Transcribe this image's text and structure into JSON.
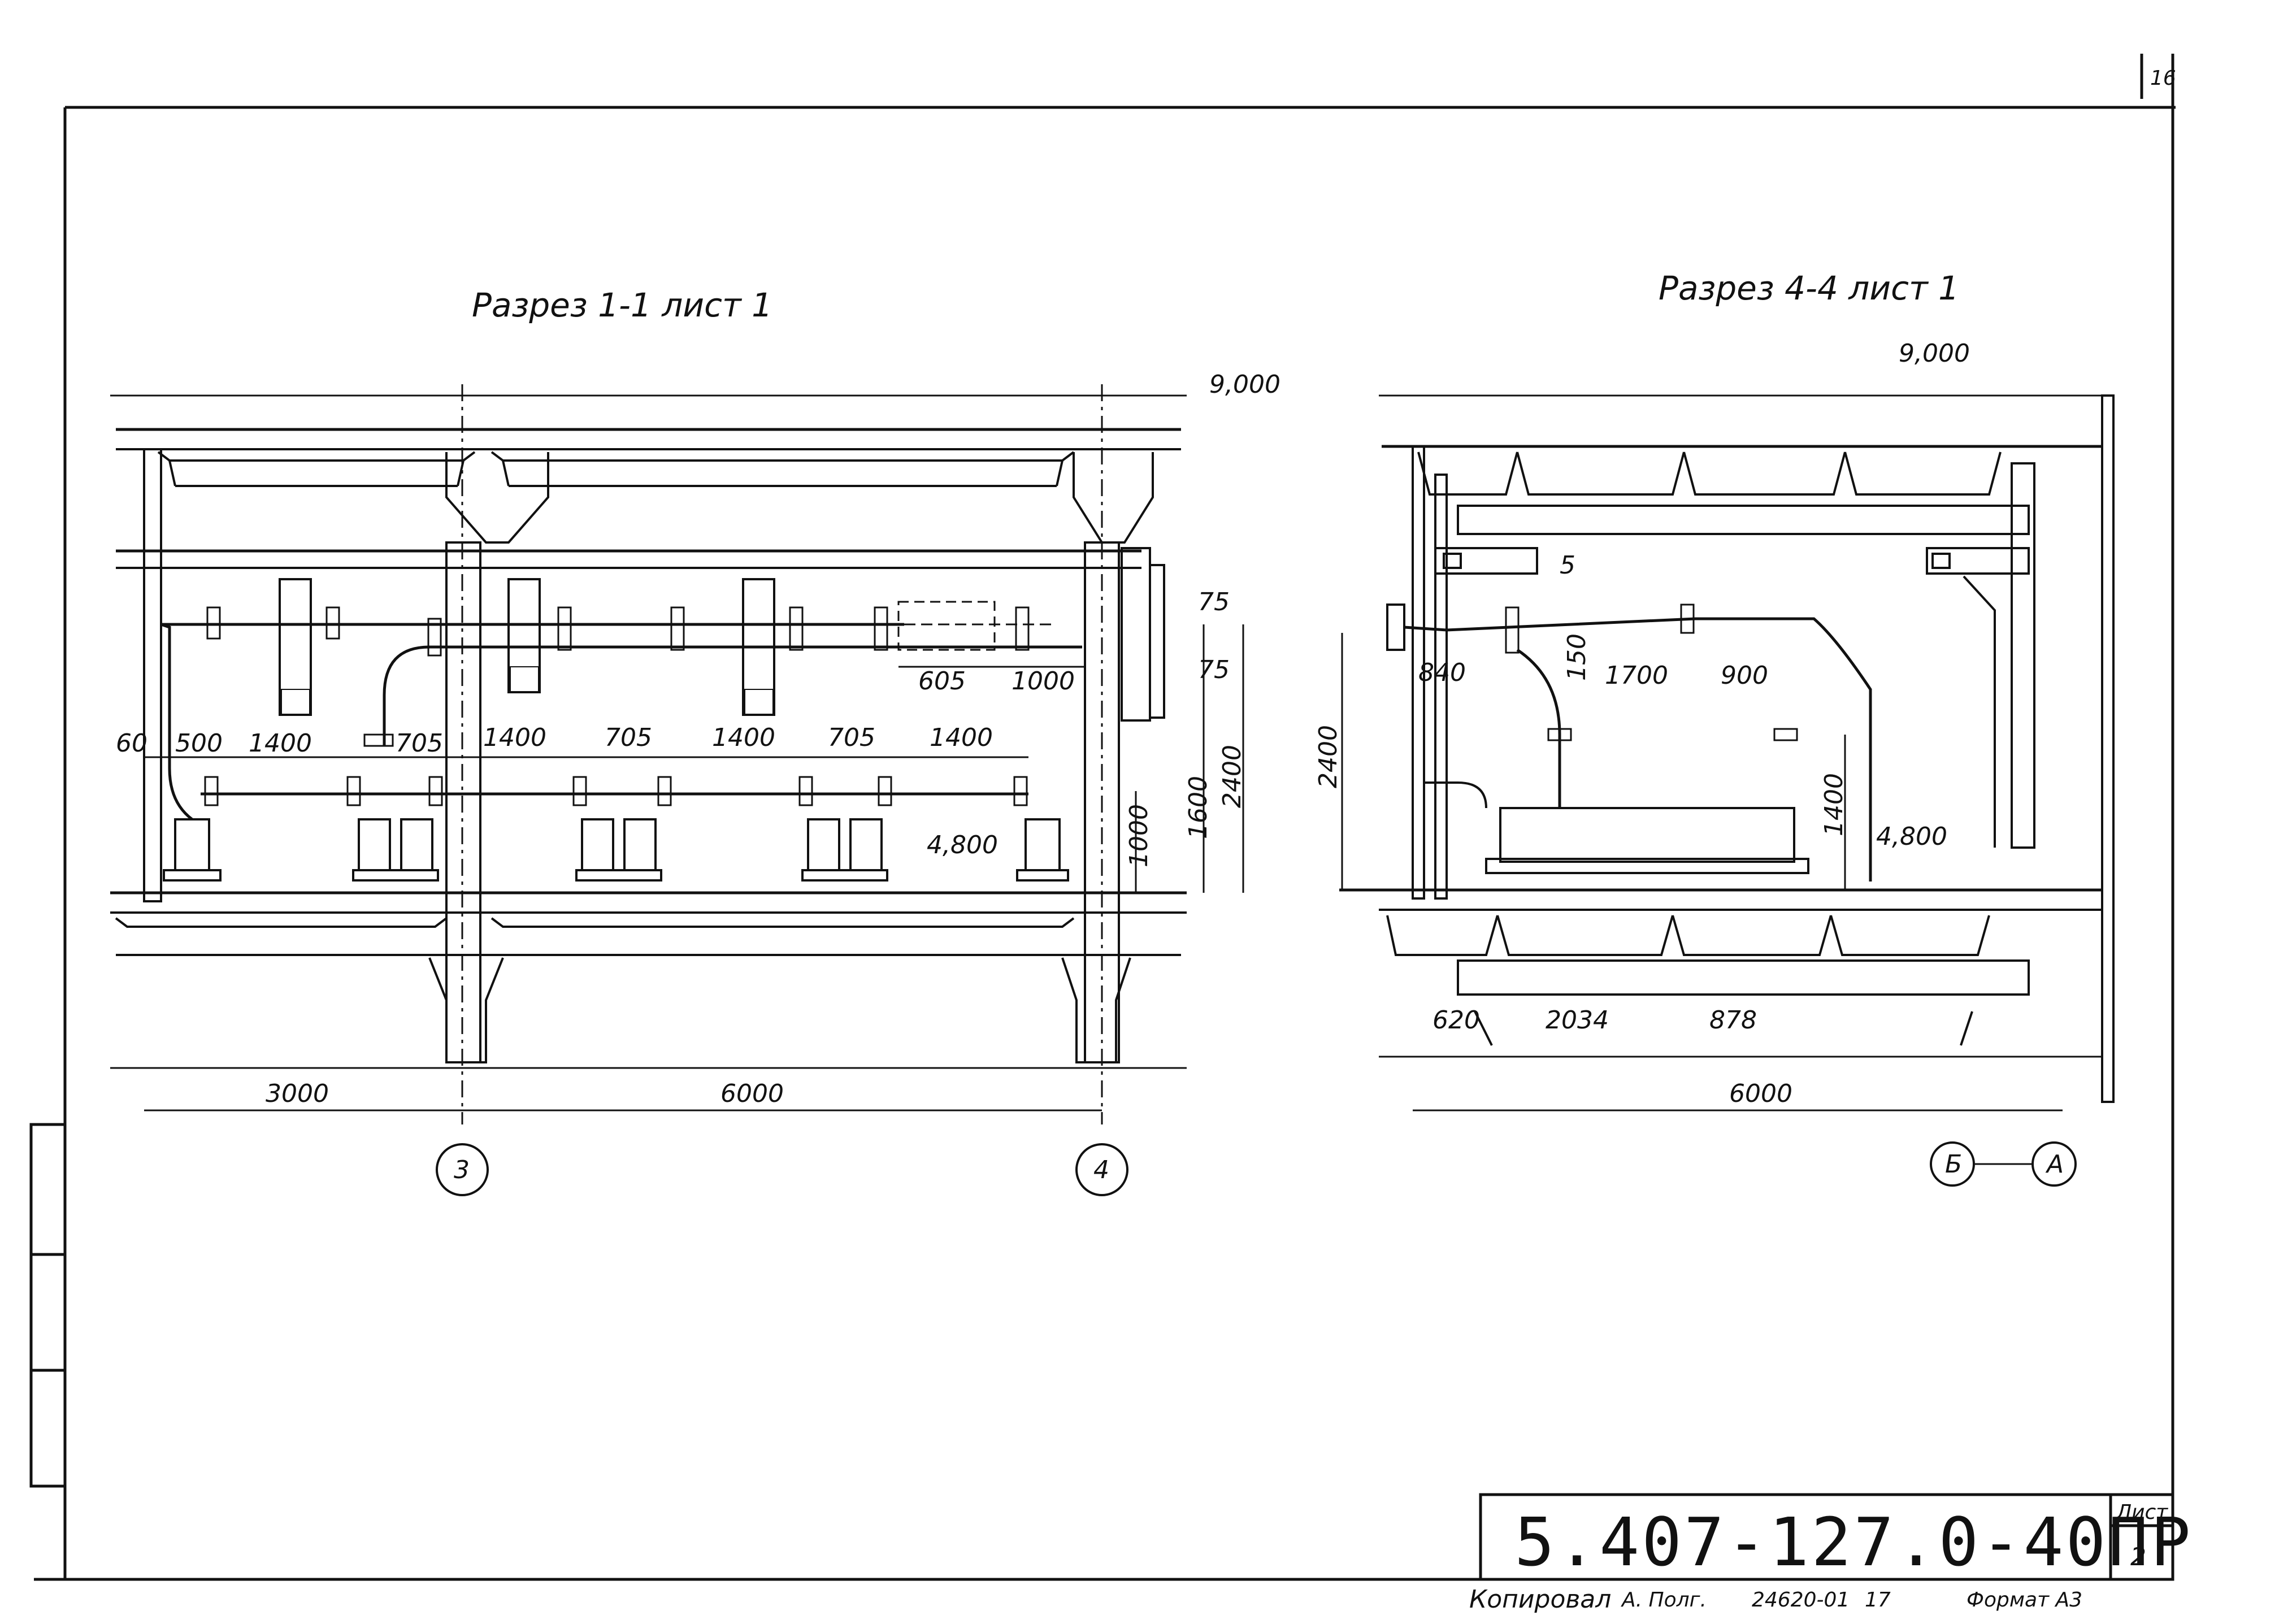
{
  "sheet": {
    "page_number": "16",
    "code": "5.407-127.0-40ПР",
    "list_label": "Лист",
    "list_number": "2",
    "copied_by": "Копировал",
    "copier_name": "А. Полг.",
    "order": "24620-01",
    "seventeen": "17",
    "format_label": "Формат А3"
  },
  "section_1_1": {
    "title": "Разрез 1-1 лист 1",
    "elevation_top": "9,000",
    "elevation_floor": "4,800",
    "dims_top": [
      "605",
      "1000"
    ],
    "dim_75_a": "75",
    "dim_75_b": "75",
    "dims_row": [
      "60",
      "500",
      "1400",
      "705",
      "1400",
      "705",
      "1400",
      "705",
      "1400"
    ],
    "dims_right": [
      "1000",
      "1600",
      "2400"
    ],
    "dims_bottom": [
      "3000",
      "6000"
    ],
    "axes": [
      "3",
      "4"
    ]
  },
  "section_4_4": {
    "title": "Разрез 4-4 лист 1",
    "elevation_top": "9,000",
    "elevation_floor": "4,800",
    "callout": "5",
    "dim_left": "2400",
    "dims_top": [
      "840",
      "150",
      "1700",
      "900"
    ],
    "dim_right": "1400",
    "dims_lower": [
      "620",
      "2034",
      "878"
    ],
    "dim_total": "6000",
    "axes": [
      "Б",
      "А"
    ]
  }
}
